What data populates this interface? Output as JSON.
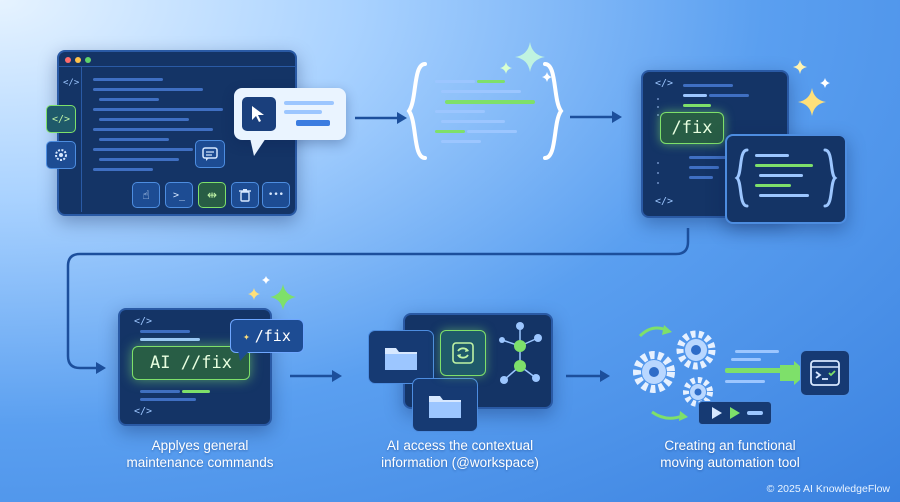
{
  "steps": [
    {
      "caption_line1": "Applyes general",
      "caption_line2": "maintenance commands"
    },
    {
      "caption_line1": "AI access the contextual",
      "caption_line2": "information (@workspace)"
    },
    {
      "caption_line1": "Creating an functional",
      "caption_line2": "moving automation tool"
    }
  ],
  "editor": {
    "sidebar_code_icon": "</>",
    "prompt_symbol": ">_",
    "toolbar": {
      "terminal": ">_",
      "more": "•••"
    }
  },
  "fix_panel": {
    "tag_top": "</>",
    "tag_bottom": "</>",
    "command": "/fix"
  },
  "ai_panel": {
    "tag_top": "</>",
    "tag_bottom": "</>",
    "command": "AI //fix",
    "bubble": "/fix"
  },
  "footer": {
    "copyright": "© 2025 AI KnowledgeFlow"
  },
  "colors": {
    "accent_green": "#7ee06a",
    "panel": "#143466",
    "arrow": "#1c4f9c"
  },
  "icons": [
    "code-icon",
    "gear-icon",
    "cursor-icon",
    "chat-icon",
    "hand-pointer-icon",
    "terminal-icon",
    "split-icon",
    "trash-icon",
    "more-icon",
    "sparkle-icon",
    "folder-icon",
    "sync-icon",
    "network-icon",
    "gears-icon",
    "play-icon",
    "terminal-window-icon"
  ]
}
